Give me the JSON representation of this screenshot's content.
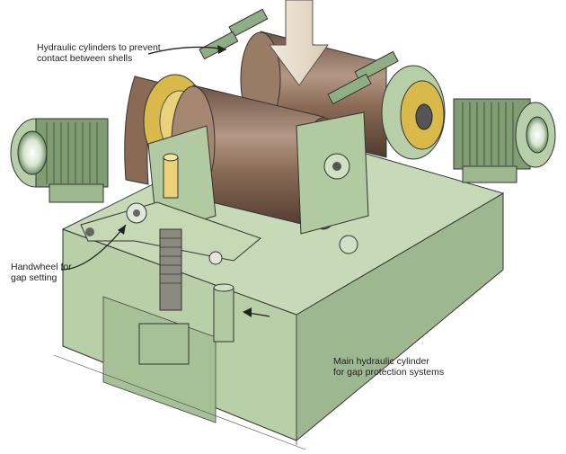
{
  "annotations": {
    "hydraulic_cylinders": "Hydraulic cylinders to prevent\ncontact between shells",
    "handwheel": "Handwheel for\ngap setting",
    "main_hydraulic_cylinder": "Main hydraulic cylinder\nfor gap protection systems"
  },
  "colors": {
    "machine_green": "#a9c49a",
    "machine_green_light": "#c4d9b4",
    "machine_green_dark": "#7f9c72",
    "roller_brown": "#8a6a55",
    "motor_green": "#6f8f68",
    "pulley_gold": "#d8b94a",
    "arrow_tan": "#e8dcc8"
  }
}
